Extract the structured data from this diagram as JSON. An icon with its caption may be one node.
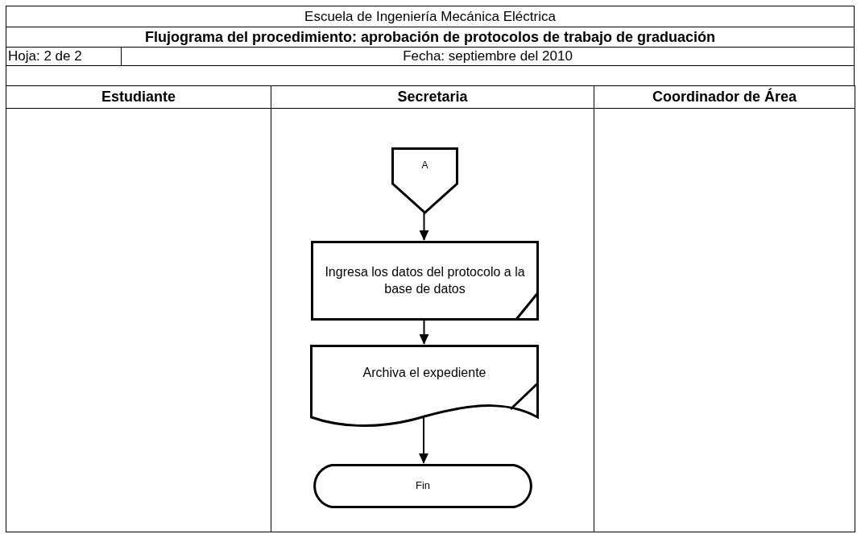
{
  "diagram": {
    "title": "Flujograma del procedimiento: aprobación de protocolos de trabajo de graduación",
    "nodes": [
      {
        "text": [
          "Estudiante"
        ]
      },
      {
        "text": [
          "Secretaria"
        ]
      },
      {
        "text": [
          "Coordinador de Área"
        ]
      },
      {
        "text": [
          "A"
        ],
        "in": 1
      },
      {
        "text": [
          "Ingresa los datos del protocolo a la base de datos"
        ],
        "in": 1
      },
      {
        "text": [
          "Archiva el expediente"
        ],
        "in": 1
      },
      {
        "text": [
          "Fin"
        ],
        "in": 1
      }
    ],
    "edges": [
      {
        "from": 3,
        "to": 4,
        "arrow": "to"
      },
      {
        "from": 4,
        "to": 5,
        "arrow": "to"
      },
      {
        "from": 5,
        "to": 6,
        "arrow": "to"
      }
    ],
    "labels": [
      "Escuela de Ingeniería Mecánica Eléctrica",
      "Hoja: 2 de 2",
      "Fecha: septiembre del 2010"
    ]
  }
}
